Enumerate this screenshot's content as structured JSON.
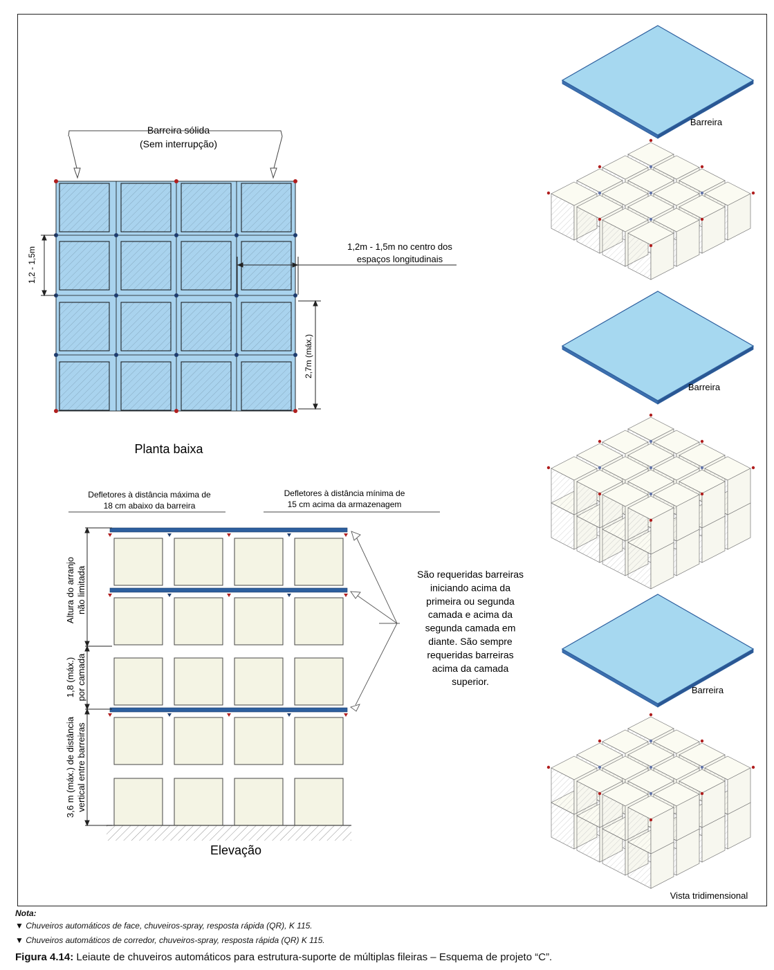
{
  "plan": {
    "barrier_label_1": "Barreira sólida",
    "barrier_label_2": "(Sem interrupção)",
    "spacing_label": "1,2 - 1,5m",
    "center_label_1": "1,2m - 1,5m no centro dos",
    "center_label_2": "espaços longitudinais",
    "max_label": "2,7m (máx.)",
    "title": "Planta baixa"
  },
  "elevation": {
    "deflector_max_1": "Defletores à distância máxima de",
    "deflector_max_2": "18 cm abaixo da barreira",
    "deflector_min_1": "Defletores à distância mínima de",
    "deflector_min_2": "15 cm acima da armazenagem",
    "height_label_1": "Altura do arranjo",
    "height_label_2": "não limitada",
    "tier_label_1": "1,8 (máx.)",
    "tier_label_2": "por camada",
    "vertical_label_1": "3,6 m (máx.) de distância",
    "vertical_label_2": "vertical entre barreiras",
    "requirement_lines": [
      "São requeridas barreiras",
      "iniciando acima da",
      "primeira ou segunda",
      "camada e acima da",
      "segunda camada em",
      "diante. São sempre",
      "requeridas barreiras",
      "acima da camada",
      "superior."
    ],
    "title": "Elevação"
  },
  "three_d": {
    "barrier_label": "Barreira",
    "view_label": "Vista tridimensional"
  },
  "note": {
    "title": "Nota:",
    "line_1": "▼ Chuveiros automáticos de face, chuveiros-spray, resposta rápida (QR), K 115.",
    "line_2": "▼ Chuveiros automáticos de corredor, chuveiros-spray, resposta rápida (QR) K 115."
  },
  "caption": {
    "label": "Figura 4.14:",
    "text": "Leiaute de chuveiros automáticos para estrutura-suporte de múltiplas fileiras – Esquema de projeto “C”."
  },
  "colors": {
    "plan_fill": "#a9d3ee",
    "barrier_top": "#a6d8f0",
    "barrier_edge": "#2d5f9e",
    "face_sprinkler": "#b01e1e",
    "aisle_sprinkler": "#1e3c6e",
    "box_fill": "#f4f4e4"
  }
}
